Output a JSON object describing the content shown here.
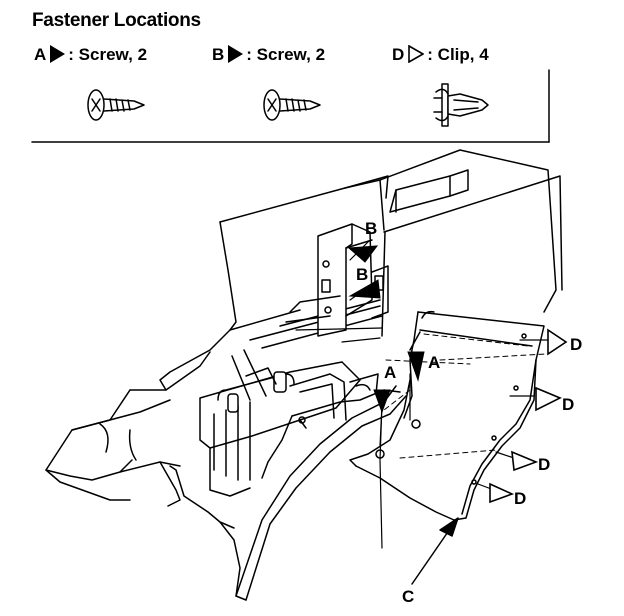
{
  "legend": {
    "heading": "Fastener Locations",
    "items": [
      {
        "letter": "A",
        "text": ": Screw, 2",
        "marker": "filled"
      },
      {
        "letter": "B",
        "text": ": Screw, 2",
        "marker": "filled"
      },
      {
        "letter": "D",
        "text": ": Clip, 4",
        "marker": "hollow"
      }
    ]
  },
  "callouts": {
    "A1": "A",
    "A2": "A",
    "B1": "B",
    "B2": "B",
    "C": "C",
    "D1": "D",
    "D2": "D",
    "D3": "D",
    "D4": "D"
  }
}
